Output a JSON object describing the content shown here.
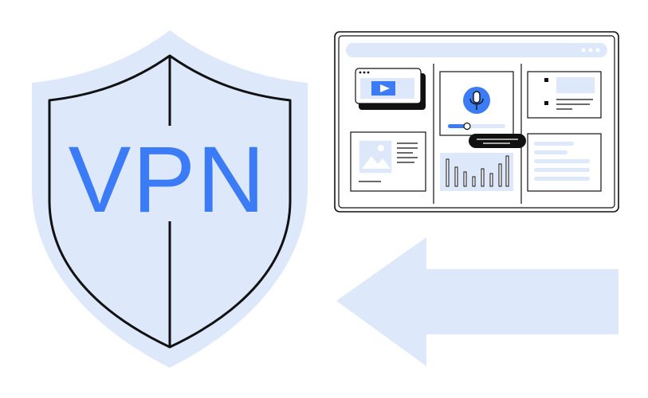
{
  "shield": {
    "label": "VPN"
  },
  "colors": {
    "accent": "#3b7cf6",
    "light_fill": "#dde8fb",
    "outline": "#111111",
    "background": "#ffffff"
  },
  "browser": {
    "menu_icon": "three-dots-icon",
    "panels": [
      {
        "name": "video-card",
        "icon": "play-icon"
      },
      {
        "name": "microphone-card",
        "icon": "microphone-icon"
      },
      {
        "name": "checklist-card",
        "icon": "list-icon"
      },
      {
        "name": "image-card",
        "icon": "image-icon"
      },
      {
        "name": "bar-chart-card",
        "icon": "bar-chart-icon"
      },
      {
        "name": "text-card",
        "icon": "text-lines-icon"
      }
    ]
  },
  "arrow": {
    "direction": "left"
  }
}
